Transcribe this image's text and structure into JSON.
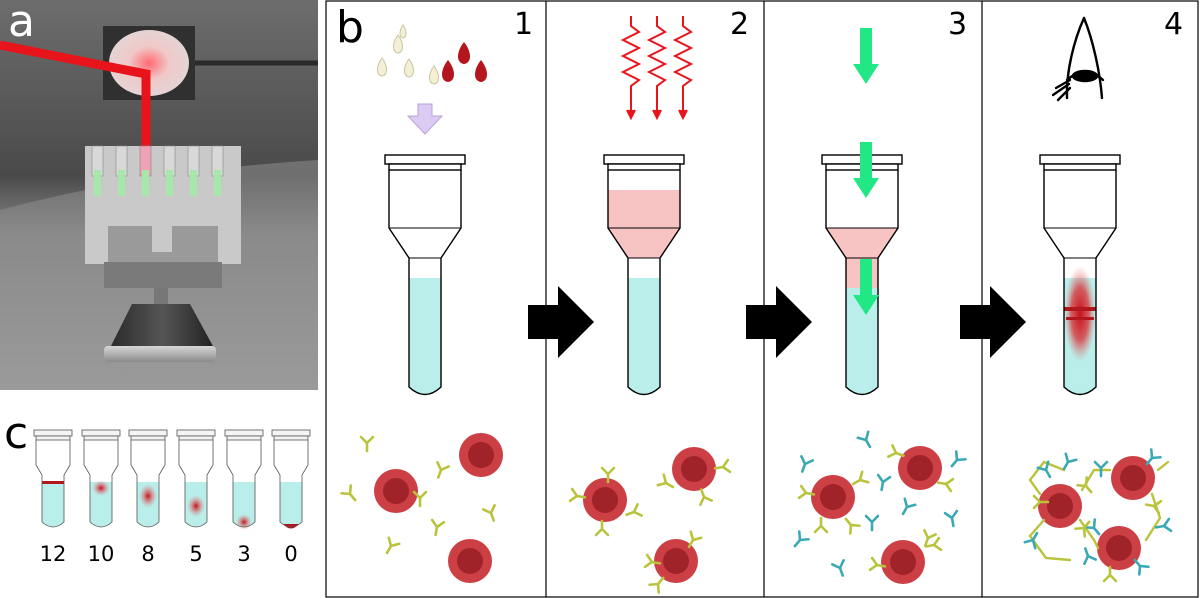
{
  "panel_a": {
    "label": "a"
  },
  "panel_b": {
    "label": "b",
    "steps": [
      "1",
      "2",
      "3",
      "4"
    ]
  },
  "panel_c": {
    "label": "c",
    "tube_labels": [
      "12",
      "10",
      "8",
      "5",
      "3",
      "0"
    ]
  },
  "colors": {
    "liquid": "#b9eeea",
    "pink": "#f7c3c3",
    "blood": "#b3161c",
    "cell": "#c8373d",
    "cell_center": "#9c1e24",
    "antibody_yellow": "#b9c43c",
    "antibody_teal": "#3aa9b5",
    "laser": "#e8141b",
    "arrow_green": "#21e884",
    "arrow_lilac": "#dccbf2"
  }
}
